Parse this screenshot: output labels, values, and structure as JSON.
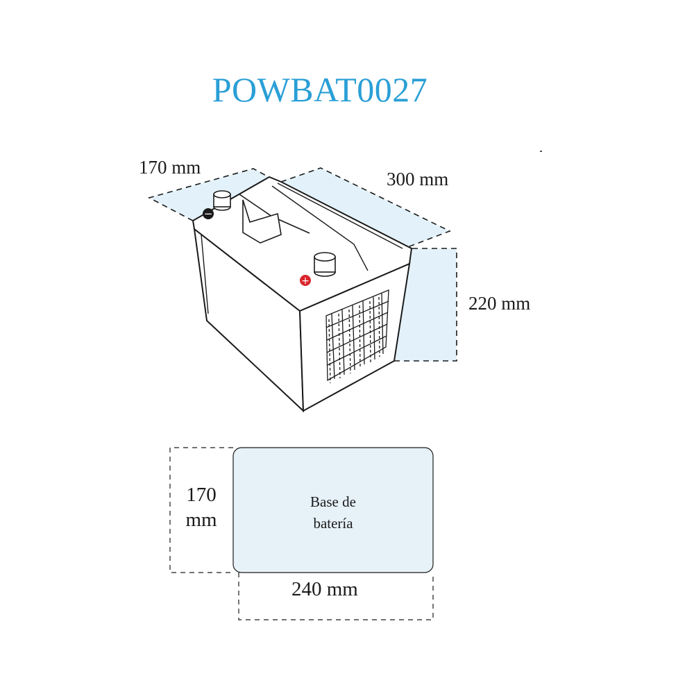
{
  "title": "POWBAT0027",
  "dimensions": {
    "width_top": "170 mm",
    "length_top": "300 mm",
    "height": "220 mm",
    "base_width_line1": "170",
    "base_width_line2": "mm",
    "base_length": "240 mm"
  },
  "base": {
    "label_line1": "Base de",
    "label_line2": "batería"
  },
  "terminals": {
    "negative_symbol": "−",
    "positive_symbol": "+"
  },
  "colors": {
    "title": "#2a9fd6",
    "fill_light_blue": "#e3f2fa",
    "base_fill": "#e6f1f8",
    "outline": "#1a1a1a",
    "positive_terminal": "#d9262c"
  }
}
